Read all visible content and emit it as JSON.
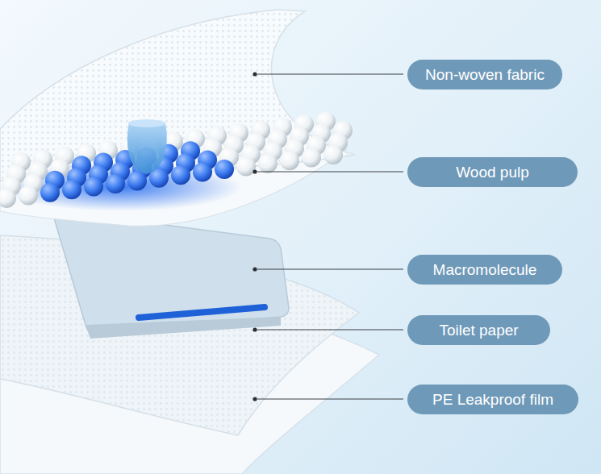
{
  "diagram": {
    "nodes": [
      {
        "text": [
          "Non-woven fabric"
        ]
      },
      {
        "text": [
          "Wood pulp"
        ]
      },
      {
        "text": [
          "Macromolecule"
        ]
      },
      {
        "text": [
          "Toilet paper"
        ]
      },
      {
        "text": [
          "PE Leakproof film"
        ]
      }
    ]
  }
}
